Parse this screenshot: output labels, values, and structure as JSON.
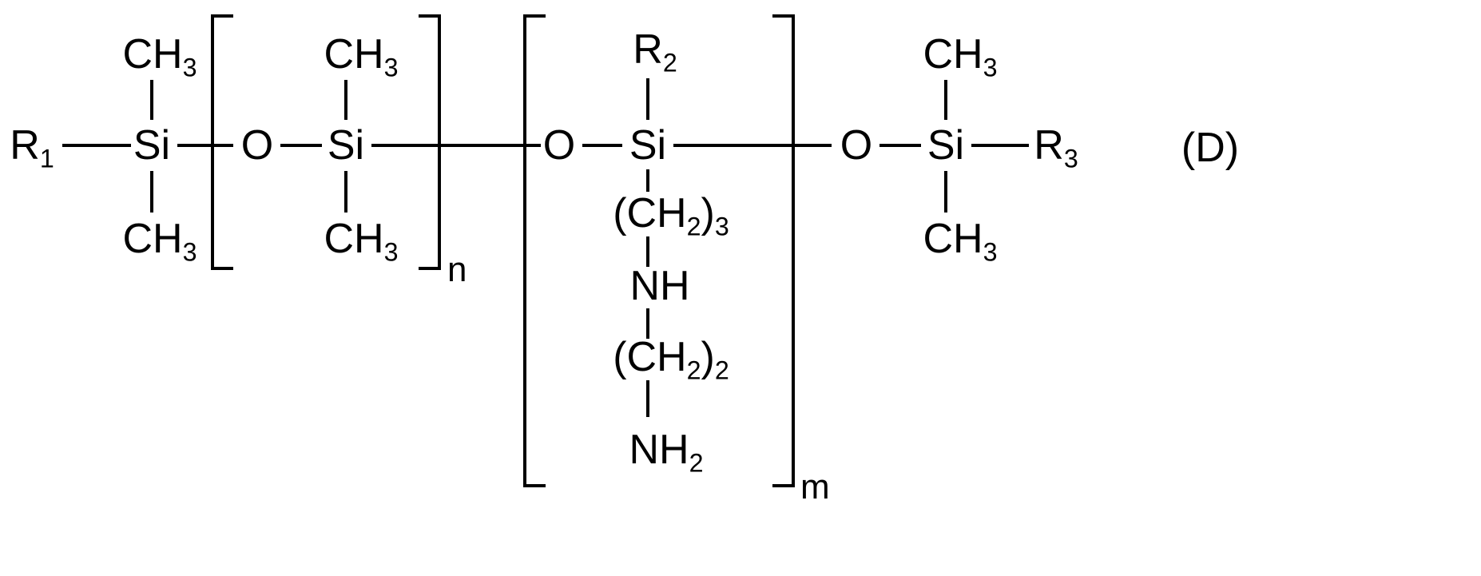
{
  "figure": {
    "tag": "(D)",
    "description": "Amino-functional polysiloxane structural formula",
    "line_color": "#000000",
    "background_color": "#ffffff"
  },
  "labels": {
    "r1": "R",
    "r1_sub": "1",
    "r2": "R",
    "r2_sub": "2",
    "r3": "R",
    "r3_sub": "3",
    "si": "Si",
    "o": "O",
    "ch3": "CH",
    "ch3_sub": "3",
    "ch2": "(CH",
    "ch2_sub_2": "2",
    "ch2_close_3": ")",
    "ch2_n3": "3",
    "ch2_n2": "2",
    "nh": "NH",
    "nh2": "NH",
    "nh2_sub": "2",
    "n_repeat": "n",
    "m_repeat": "m"
  },
  "atoms": {
    "left_terminal_r1": "R1",
    "si_1": "Si",
    "ch3_top_1": "CH3",
    "ch3_bottom_1": "CH3",
    "o_1": "O",
    "si_2": "Si",
    "ch3_top_2": "CH3",
    "ch3_bottom_2": "CH3",
    "o_2": "O",
    "si_3": "Si",
    "r2_branch": "R2",
    "propyl": "(CH2)3",
    "amine_nh": "NH",
    "ethyl": "(CH2)2",
    "terminal_nh2": "NH2",
    "o_3": "O",
    "si_4": "Si",
    "ch3_top_4": "CH3",
    "ch3_bottom_4": "CH3",
    "right_terminal_r3": "R3"
  },
  "repeat_units": {
    "n_bracket_label": "n",
    "m_bracket_label": "m"
  }
}
